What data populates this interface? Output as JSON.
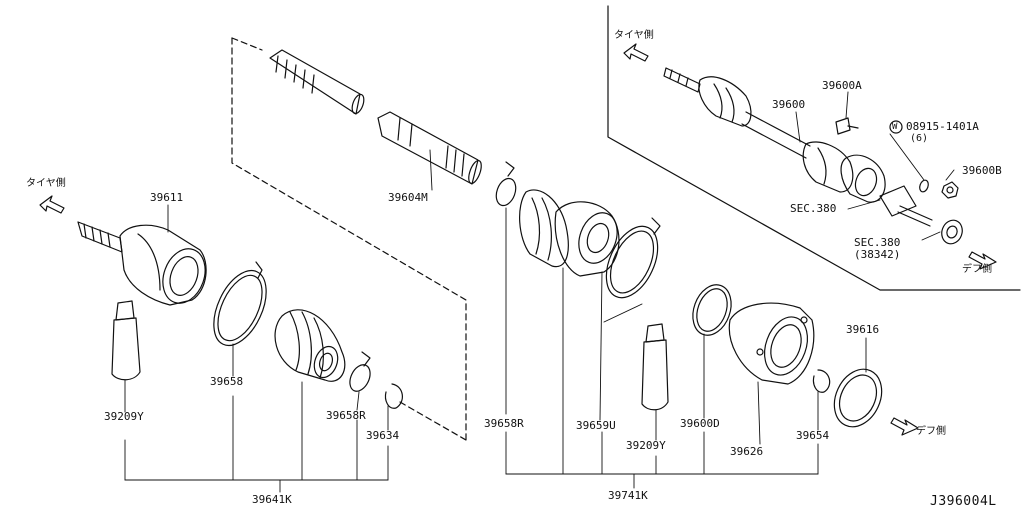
{
  "diagram_code": "J396004L",
  "direction_labels": {
    "tire_side": "タイヤ側",
    "diff_side": "デフ側"
  },
  "parts": {
    "p39611": "39611",
    "p39604M": "39604M",
    "p39600": "39600",
    "p39600A": "39600A",
    "p08915": "08915-1401A",
    "p08915_qty": "(6)",
    "p08915_prefix": "W",
    "p39600B": "39600B",
    "sec380a": "SEC.380",
    "sec380b": "SEC.380",
    "sec380b_sub": "(38342)",
    "p39658": "39658",
    "p39209Y_left": "39209Y",
    "p39658R_left": "39658R",
    "p39634": "39634",
    "p39641K": "39641K",
    "p39658R_mid": "39658R",
    "p39659U": "39659U",
    "p39209Y_mid": "39209Y",
    "p39600D": "39600D",
    "p39626": "39626",
    "p39654": "39654",
    "p39616": "39616",
    "p39741K": "39741K"
  }
}
